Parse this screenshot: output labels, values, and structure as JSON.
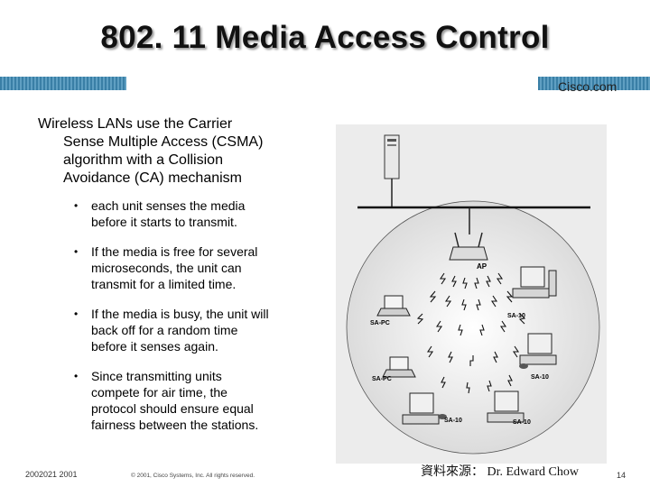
{
  "slide": {
    "title": "802. 11 Media Access Control",
    "brand": "Cisco.com",
    "intro_lines": [
      "Wireless LANs use the Carrier",
      "Sense Multiple Access (CSMA)",
      "algorithm with a Collision",
      "Avoidance (CA) mechanism"
    ],
    "bullets": [
      [
        "each unit senses the media",
        "before it starts to transmit."
      ],
      [
        "If the media is free for several",
        "microseconds, the unit can",
        "transmit for a limited time."
      ],
      [
        "If the media is busy, the unit will",
        "back off for a random time",
        "before it senses again."
      ],
      [
        "Since transmitting units",
        "compete for air time, the",
        "protocol should ensure equal",
        "fairness between the stations."
      ]
    ],
    "bullet_glyph": "•"
  },
  "diagram": {
    "labels": {
      "ap": "AP",
      "sa_pc_left_top": "SA-PC",
      "sa10_right_top": "SA-10",
      "sa_pc_left_bottom": "SA-PC",
      "sa10_right_bottom": "SA-10",
      "sa10_bottom_left": "SA-10",
      "sa10_bottom_right": "SA-10"
    }
  },
  "footer": {
    "left": "2002021 2001",
    "copyright": "© 2001, Cisco Systems, Inc. All rights reserved.",
    "source": "資料來源： Dr. Edward Chow",
    "page": "14"
  }
}
